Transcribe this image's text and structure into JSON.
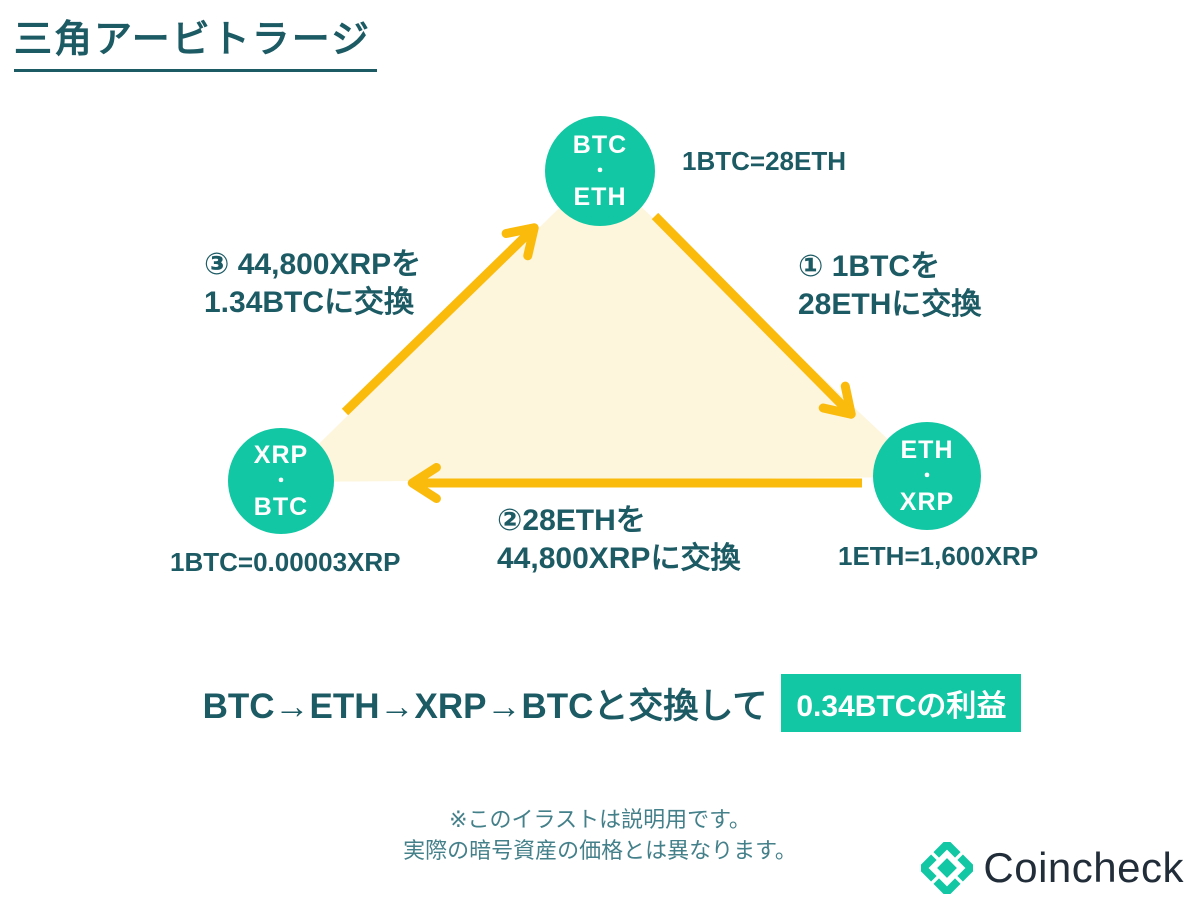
{
  "title": "三角アービトラージ",
  "colors": {
    "teal": "#12C7A3",
    "dark_teal": "#1C5A64",
    "arrow_yellow": "#FBBB0C",
    "triangle_cream": "#FDF5DC",
    "footnote_teal": "#44808A",
    "logo_text_color": "#222D3A"
  },
  "nodes": {
    "top": {
      "coin_a": "BTC",
      "dot": "・",
      "coin_b": "ETH",
      "rate": "1BTC=28ETH"
    },
    "left": {
      "coin_a": "XRP",
      "dot": "・",
      "coin_b": "BTC",
      "rate": "1BTC=0.00003XRP"
    },
    "right": {
      "coin_a": "ETH",
      "dot": "・",
      "coin_b": "XRP",
      "rate": "1ETH=1,600XRP"
    }
  },
  "steps": {
    "step1": {
      "line1": "① 1BTCを",
      "line2": "28ETHに交換"
    },
    "step2": {
      "line1": "②28ETHを",
      "line2": "44,800XRPに交換"
    },
    "step3": {
      "line1": "③ 44,800XRPを",
      "line2": "1.34BTCに交換"
    }
  },
  "summary": {
    "text": "BTC→ETH→XRP→BTCと交換して",
    "highlight": "0.34BTCの利益"
  },
  "footnote": {
    "line1": "※このイラストは説明用です。",
    "line2": "実際の暗号資産の価格とは異なります。"
  },
  "logo": {
    "text": "Coincheck",
    "icon": "coincheck-diamond-icon"
  }
}
